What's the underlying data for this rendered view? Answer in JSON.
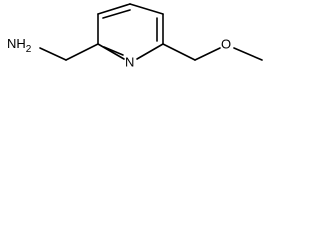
{
  "molecule": {
    "atoms": {
      "amine": "NH",
      "amine_subscript": "2",
      "ring_nitrogen": "N",
      "ether_oxygen": "O"
    },
    "colors": {
      "background": "#ffffff",
      "bond": "#000000",
      "label": "#000000"
    }
  }
}
